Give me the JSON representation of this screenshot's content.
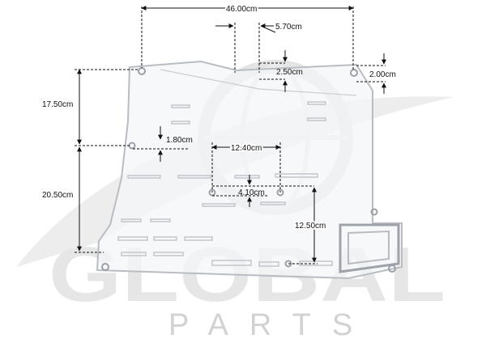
{
  "watermark": {
    "brand": "GLOBAL",
    "sub": "PARTS"
  },
  "dimensions": {
    "top_width": "46.00cm",
    "notch_width": "5.70cm",
    "notch_depth": "2.50cm",
    "corner_offset": "2.00cm",
    "left_upper": "17.50cm",
    "left_lower": "20.50cm",
    "small_offset": "1.80cm",
    "mid_width": "12.40cm",
    "mid_drop": "4.10cm",
    "right_lower": "12.50cm"
  }
}
